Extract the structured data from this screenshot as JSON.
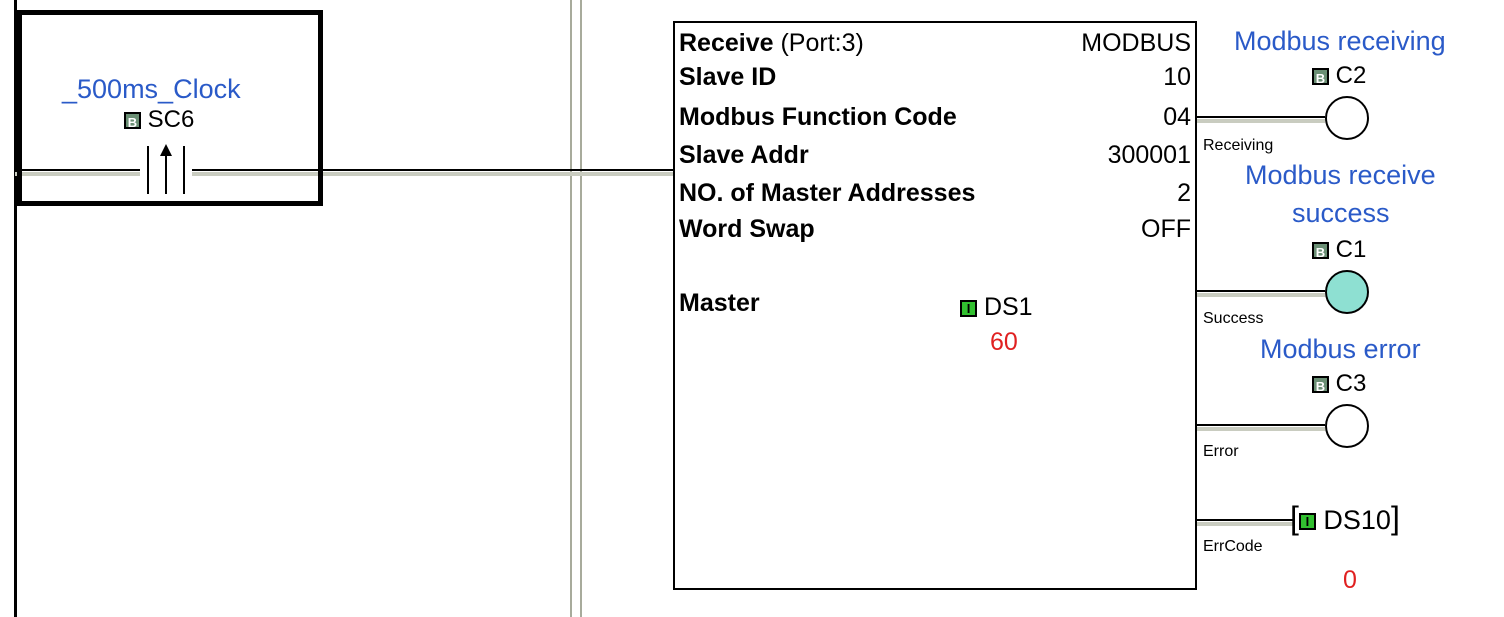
{
  "contact": {
    "nickname": "_500ms_Clock",
    "badge": "B",
    "address": "SC6"
  },
  "function_block": {
    "title": "Receive",
    "port": "(Port:3)",
    "protocol": "MODBUS",
    "params": [
      {
        "label": "Slave ID",
        "value": "10"
      },
      {
        "label": "Modbus Function Code",
        "value": "04"
      },
      {
        "label": "Slave Addr",
        "value": "300001"
      },
      {
        "label": "NO. of Master Addresses",
        "value": "2"
      },
      {
        "label": "Word Swap",
        "value": "OFF"
      }
    ],
    "master": {
      "label": "Master",
      "badge": "I",
      "address": "DS1",
      "value": "60"
    }
  },
  "outputs": {
    "receiving": {
      "pin": "Receiving",
      "nickname": "Modbus receiving",
      "badge": "B",
      "address": "C2",
      "active": false
    },
    "success": {
      "pin": "Success",
      "nickname_line1": "Modbus receive",
      "nickname_line2": "success",
      "badge": "B",
      "address": "C1",
      "active": true
    },
    "error": {
      "pin": "Error",
      "nickname": "Modbus error",
      "badge": "B",
      "address": "C3",
      "active": false
    },
    "errcode": {
      "pin": "ErrCode",
      "badge": "I",
      "address": "DS10",
      "value": "0"
    }
  },
  "colors": {
    "nickname": "#2a5ac8",
    "value": "#e02020",
    "coil_on": "#8ee0d2",
    "int_badge": "#32c030",
    "bit_badge": "#6a8f74"
  }
}
